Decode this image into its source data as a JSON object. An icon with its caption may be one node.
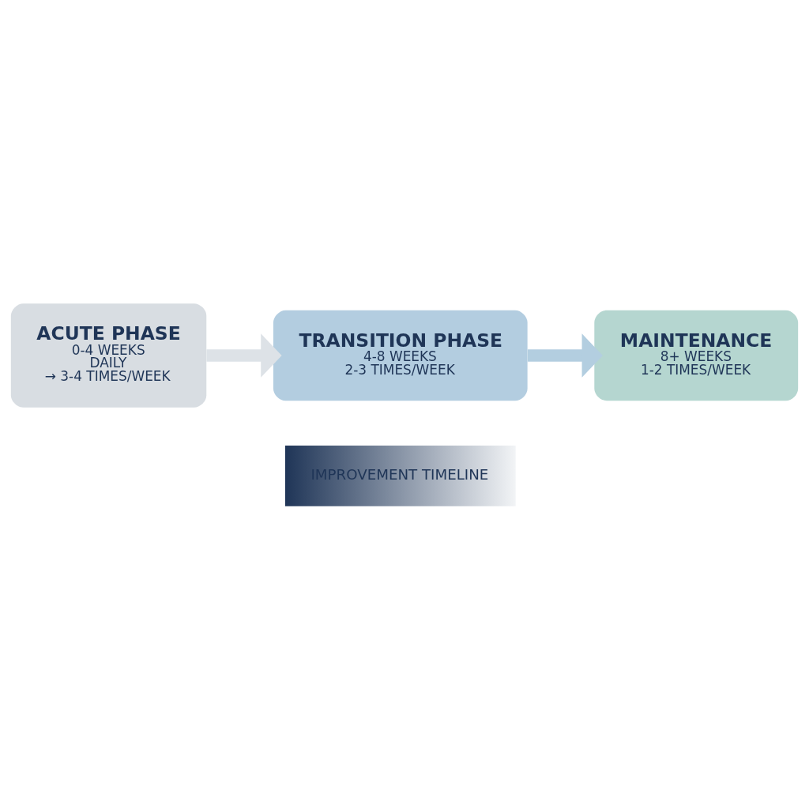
{
  "diagram": {
    "nodes": [
      {
        "text": [
          "ACUTE PHASE",
          "0-4 WEEKS",
          "DAILY",
          "→ 3-4 TIMES/WEEK"
        ]
      },
      {
        "text": [
          "TRANSITION PHASE",
          "4-8 WEEKS",
          "2-3 TIMES/WEEK"
        ]
      },
      {
        "text": [
          "MAINTENANCE",
          "8+ WEEKS",
          "1-2 TIMES/WEEK"
        ]
      }
    ],
    "edges": [
      {
        "from": 0,
        "to": 1,
        "arrow": "to",
        "color": "#dde2e7"
      },
      {
        "from": 1,
        "to": 2,
        "arrow": "to",
        "color": "#b3cee0"
      }
    ],
    "labels": [
      "IMPROVEMENT TIMELINE"
    ]
  }
}
